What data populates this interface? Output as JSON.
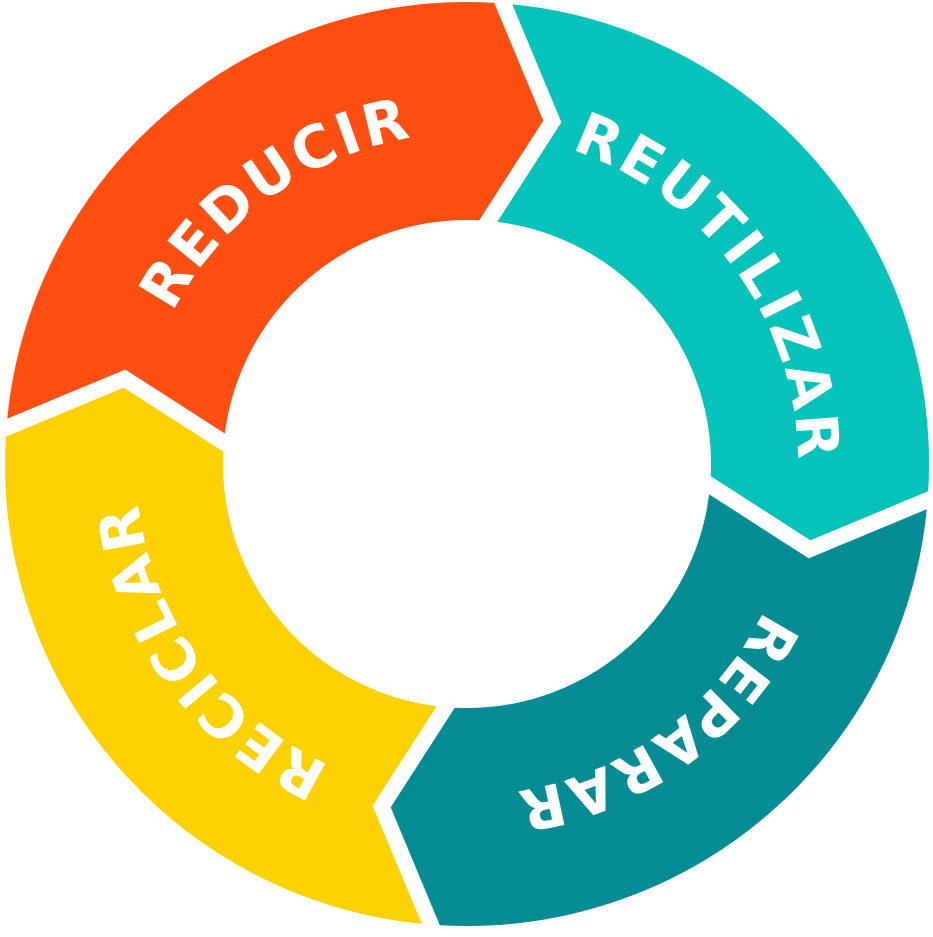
{
  "diagram": {
    "type": "cycle",
    "direction": "clockwise",
    "segments": [
      {
        "label": "REDUCIR",
        "color": "#FF4E11"
      },
      {
        "label": "REUTILIZAR",
        "color": "#05C3BB"
      },
      {
        "label": "REPARAR",
        "color": "#038C93"
      },
      {
        "label": "RECICLAR",
        "color": "#FDD000"
      }
    ]
  }
}
